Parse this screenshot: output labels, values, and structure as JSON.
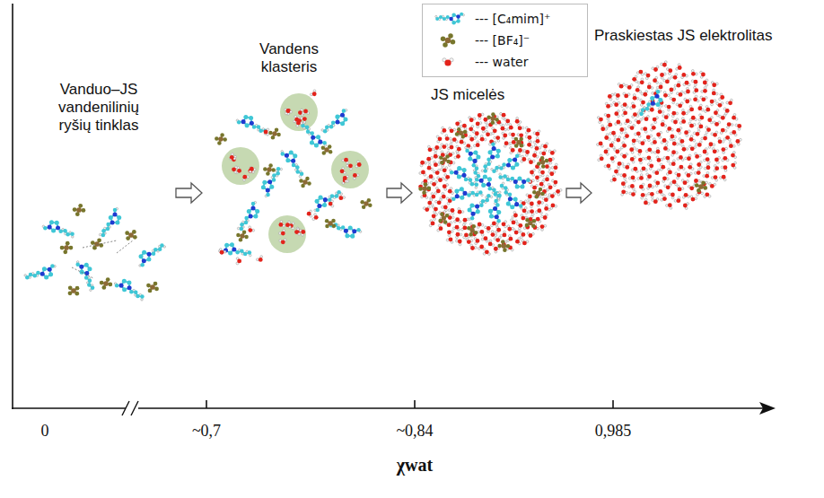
{
  "diagram": {
    "nodes": [
      {
        "text": [
          "Vanduo–JS vandenilinių ryšių tinklas"
        ]
      },
      {
        "text": [
          "Vandens klasteris"
        ]
      },
      {
        "text": [
          "JS micelės"
        ]
      },
      {
        "text": [
          "Praskiestas JS elektrolitas"
        ]
      }
    ],
    "edges": [
      {
        "from": 0,
        "to": 1,
        "arrow": "to"
      },
      {
        "from": 1,
        "to": 2,
        "arrow": "to"
      },
      {
        "from": 2,
        "to": 3,
        "arrow": "to"
      }
    ],
    "labels": [
      "0",
      "~0,7",
      "~0,84",
      "0,985",
      "χwat"
    ],
    "legend": [
      {
        "text": "--- [C₄mim]⁺"
      },
      {
        "text": "--- [BF₄]⁻"
      },
      {
        "text": "--- water"
      }
    ]
  }
}
